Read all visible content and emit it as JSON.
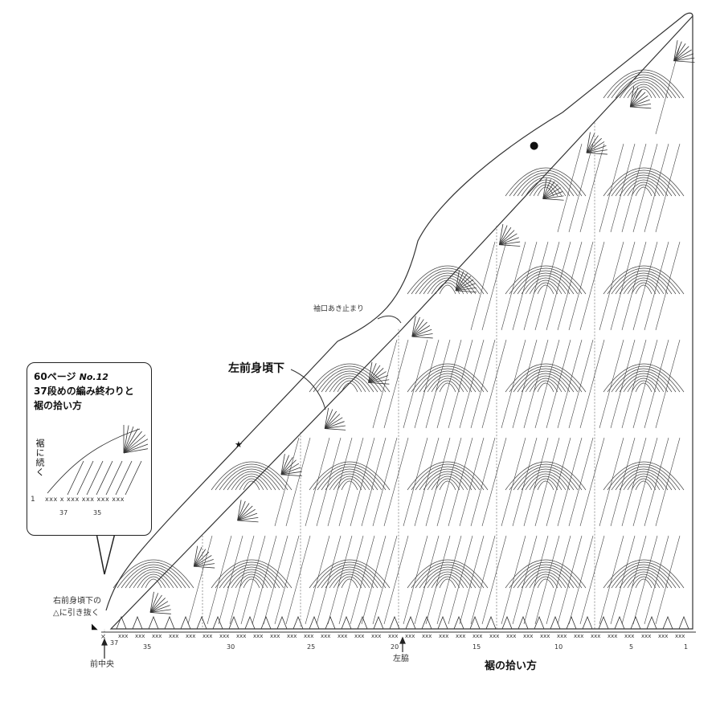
{
  "labels": {
    "sleeve_end": "袖口あき止まり",
    "left_front_lower": "左前身頃下",
    "left_side": "左脇",
    "hem_pickup": "裾の拾い方",
    "front_center": "前中央",
    "pull_through_line1": "右前身頃下の",
    "pull_through_line2": "△に引き抜く"
  },
  "callout": {
    "line1": "60ページ",
    "line1_em": "No.12",
    "line2": "37段めの編み終わりと",
    "line3": "裾の拾い方",
    "side_text": "裾に続く",
    "row_marker": "1",
    "bottom_marks": [
      "37",
      "35"
    ],
    "stitch_row": "xxx x xxx xxx xxx xxx"
  },
  "axis": {
    "stitch_label": "xxx",
    "start_marks": [
      "×",
      "37"
    ],
    "ticks": [
      "35",
      "30",
      "25",
      "20",
      "15",
      "10",
      "5",
      "1"
    ]
  },
  "symbols": {
    "dot": "●",
    "star": "★",
    "triangle": "◣"
  },
  "icons": [
    "arrow-up-icon"
  ]
}
